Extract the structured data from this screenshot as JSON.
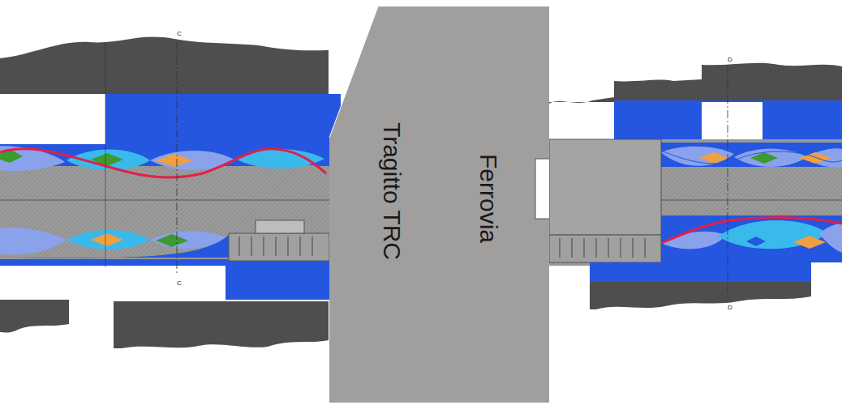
{
  "diagram": {
    "nodes": [
      {
        "text": [
          "Tragitto TRC",
          "Ferrovia"
        ]
      }
    ],
    "labels": [
      "C",
      "C",
      "D",
      "D"
    ]
  }
}
